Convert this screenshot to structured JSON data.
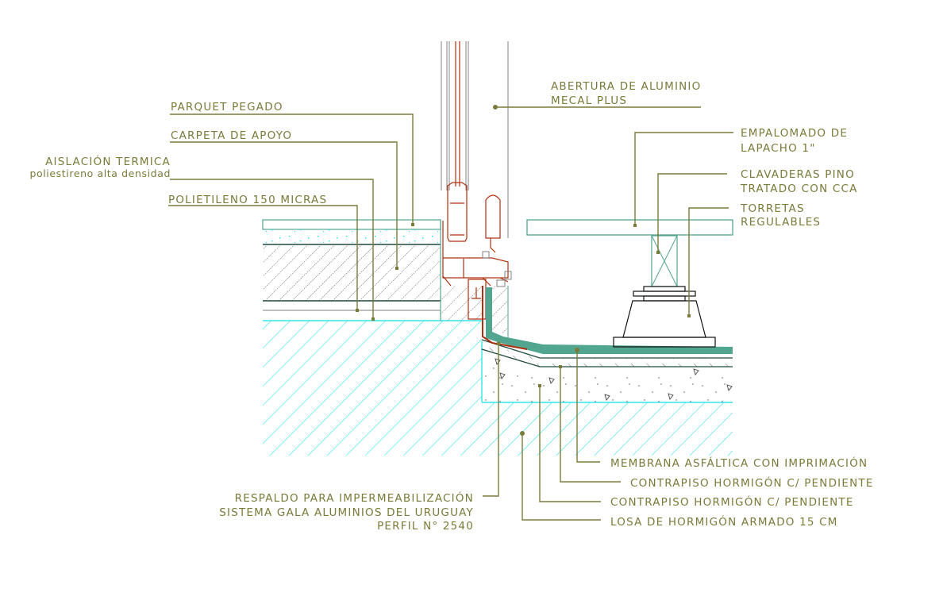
{
  "title": "Detalle constructivo - umbral de abertura de aluminio con deck de madera",
  "colors": {
    "label": "#7a7a3a",
    "hatch": "#33e6e6",
    "membrane": "#52a58f",
    "profile": "#b03010",
    "outline_dark": "#1f4a3f",
    "frame_gray": "#808080"
  },
  "labels": {
    "parquet": "PARQUET PEGADO",
    "carpeta": "CARPETA DE APOYO",
    "aislacion_1": "AISLACIÓN TERMICA",
    "aislacion_2": "poliestireno alta densidad",
    "polietileno": "POLIETILENO 150 MICRAS",
    "abertura_1": "ABERTURA DE ALUMINIO",
    "abertura_2": "MECAL PLUS",
    "empalomado_1": "EMPALOMADO DE",
    "empalomado_2": "LAPACHO 1\"",
    "clavaderas_1": "CLAVADERAS PINO",
    "clavaderas_2": "TRATADO CON CCA",
    "torretas_1": "TORRETAS",
    "torretas_2": "REGULABLES",
    "respaldo_1": "RESPALDO PARA IMPERMEABILIZACIÓN",
    "respaldo_2": "SISTEMA GALA ALUMINIOS DEL URUGUAY",
    "respaldo_3": "PERFIL N° 2540",
    "membrana": "MEMBRANA ASFÁLTICA CON IMPRIMACIÓN",
    "contrapiso_a": "CONTRAPISO HORMIGÓN C/ PENDIENTE",
    "contrapiso_b": "CONTRAPISO HORMIGÓN C/ PENDIENTE",
    "losa": "LOSA DE HORMIGÓN ARMADO 15 CM"
  }
}
